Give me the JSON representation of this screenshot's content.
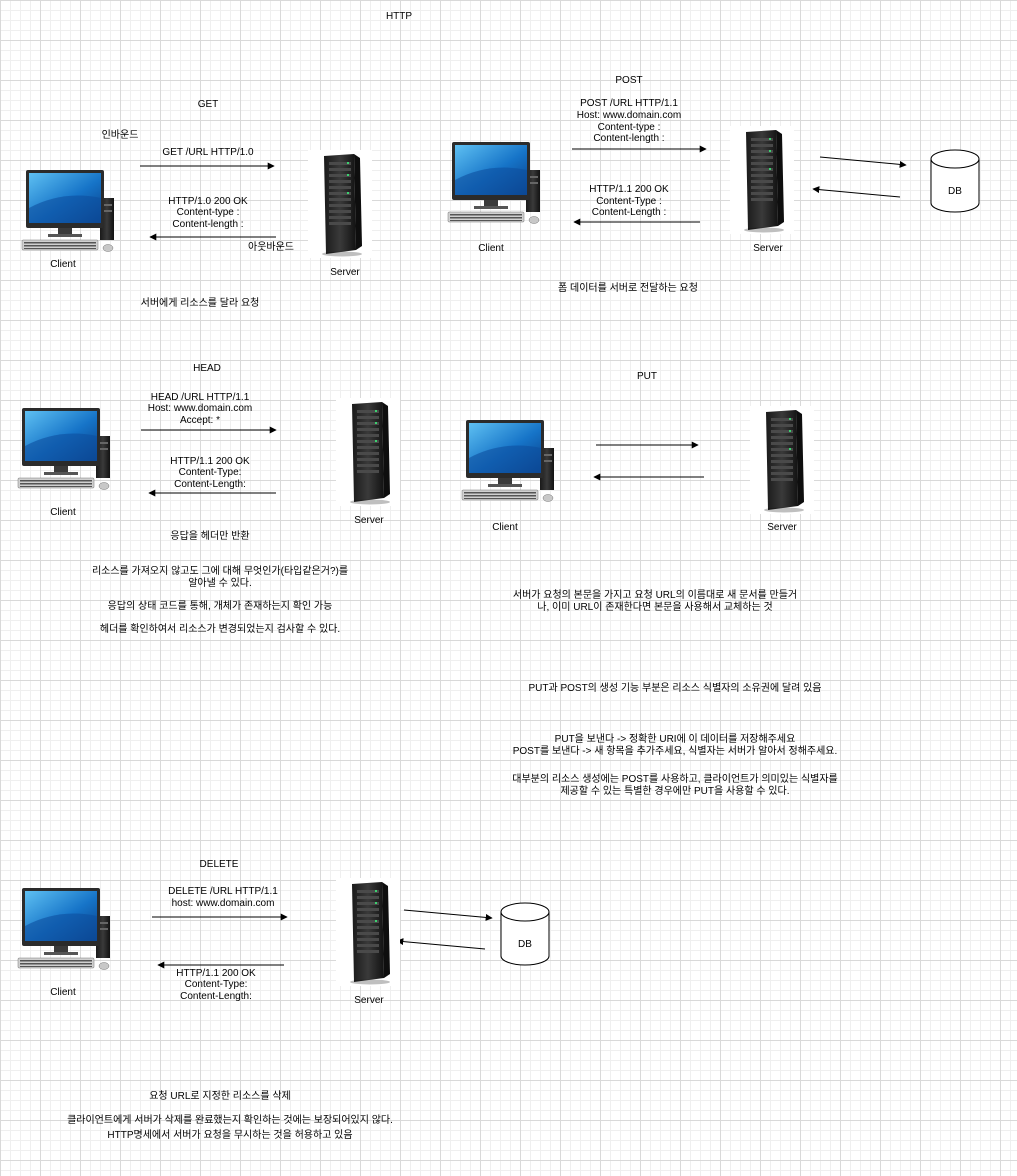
{
  "title": "HTTP",
  "get": {
    "heading": "GET",
    "inbound": "인바운드",
    "outbound": "아웃바운드",
    "request": [
      "GET /URL HTTP/1.0"
    ],
    "response": [
      "HTTP/1.0 200 OK",
      "Content-type :",
      "Content-length :"
    ],
    "client": "Client",
    "server": "Server",
    "desc": "서버에게 리소스를 달라 요청"
  },
  "post": {
    "heading": "POST",
    "request": [
      "POST /URL HTTP/1.1",
      "Host: www.domain.com",
      "Content-type :",
      "Content-length :"
    ],
    "response": [
      "HTTP/1.1 200 OK",
      "Content-Type :",
      "Content-Length :"
    ],
    "client": "Client",
    "server": "Server",
    "db": "DB",
    "desc": "폼 데이터를 서버로 전달하는 요청"
  },
  "head": {
    "heading": "HEAD",
    "request": [
      "HEAD /URL HTTP/1.1",
      "Host: www.domain.com",
      "Accept: *"
    ],
    "response": [
      "HTTP/1.1 200 OK",
      "Content-Type:",
      "Content-Length:"
    ],
    "client": "Client",
    "server": "Server",
    "desc": "응답을 헤더만 반환",
    "notes": [
      "리소스를 가져오지 않고도 그에 대해 무엇인가(타입같은거?)를",
      "알아낼 수 있다.",
      "응답의 상태 코드를 통해, 개체가 존재하는지 확인 가능",
      "헤더를 확인하여서 리소스가 변경되었는지 검사할 수 있다."
    ]
  },
  "put": {
    "heading": "PUT",
    "client": "Client",
    "server": "Server",
    "desc": [
      "서버가 요청의 본문을 가지고 요청 URL의 이름대로 새 문서를 만들거",
      "나, 이미 URL이 존재한다면 본문을 사용해서 교체하는 것"
    ],
    "compare": "PUT과 POST의 생성 기능 부분은 리소스 식별자의 소유권에 달려 있음",
    "compare_lines": [
      "PUT을 보낸다 -> 정확한 URI에 이 데이터를 저장해주세요",
      "POST를 보낸다 -> 새 항목을 추가주세요, 식별자는 서버가 알아서 정해주세요."
    ],
    "usage": [
      "대부분의 리소스 생성에는 POST를 사용하고, 클라이언트가 의미있는 식별자를",
      "제공할 수 있는 특별한 경우에만 PUT을 사용할 수 있다."
    ]
  },
  "delete": {
    "heading": "DELETE",
    "request": [
      "DELETE /URL HTTP/1.1",
      "host: www.domain.com"
    ],
    "response": [
      "HTTP/1.1 200 OK",
      "Content-Type:",
      "Content-Length:"
    ],
    "client": "Client",
    "server": "Server",
    "db": "DB",
    "desc": "요청 URL로 지정한 리소스를 삭제",
    "notes": [
      "클라이언트에게 서버가 삭제를 완료했는지 확인하는 것에는 보장되어있지 않다.",
      "HTTP명세에서 서버가 요청을 무시하는 것을 허용하고 있음"
    ]
  }
}
